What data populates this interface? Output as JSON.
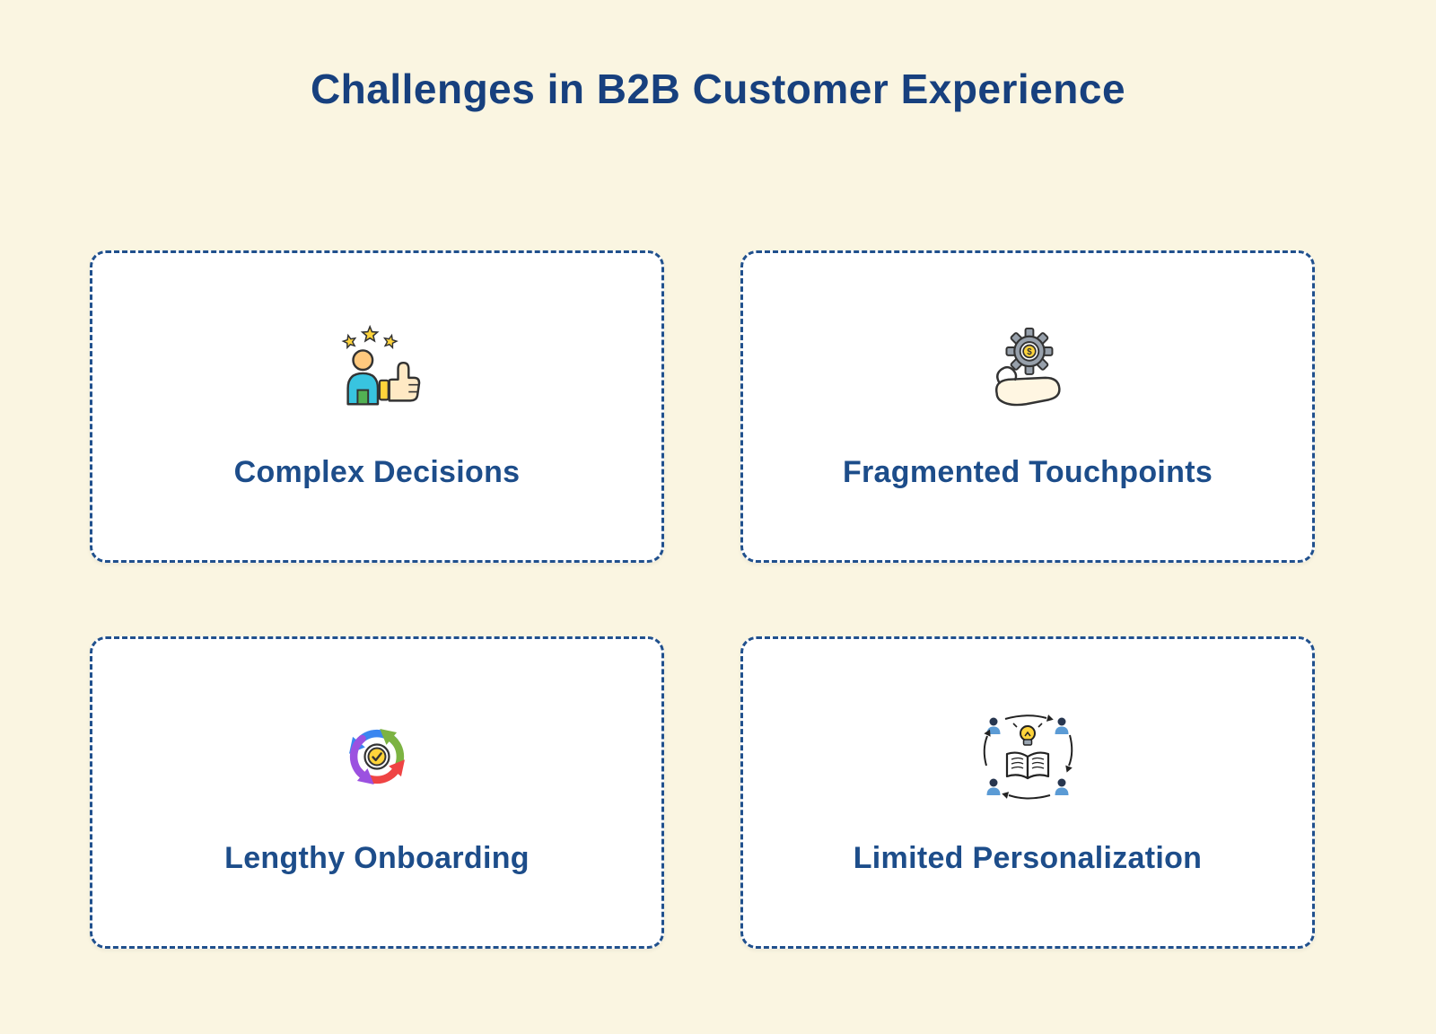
{
  "page": {
    "title": "Challenges in B2B Customer Experience"
  },
  "colors": {
    "background": "#FAF5E1",
    "title_text": "#17407E",
    "card_border": "#20508D",
    "card_label": "#1D4D8A",
    "card_background": "#FFFFFF",
    "star_yellow": "#FFD43B",
    "person_shirt_teal": "#38C4E0",
    "gear_gray": "#97A0AB",
    "arrow_blue": "#3A86F0",
    "arrow_green": "#7CB342",
    "arrow_red": "#EF4444",
    "arrow_purple": "#9B51E0",
    "people_blue": "#5B9BD5"
  },
  "cards": [
    {
      "label": "Complex Decisions",
      "icon": "thumbs-up-stars-icon"
    },
    {
      "label": "Fragmented Touchpoints",
      "icon": "hand-gear-dollar-icon"
    },
    {
      "label": "Lengthy Onboarding",
      "icon": "cycle-arrows-icon"
    },
    {
      "label": "Limited Personalization",
      "icon": "book-lightbulb-people-icon"
    }
  ]
}
